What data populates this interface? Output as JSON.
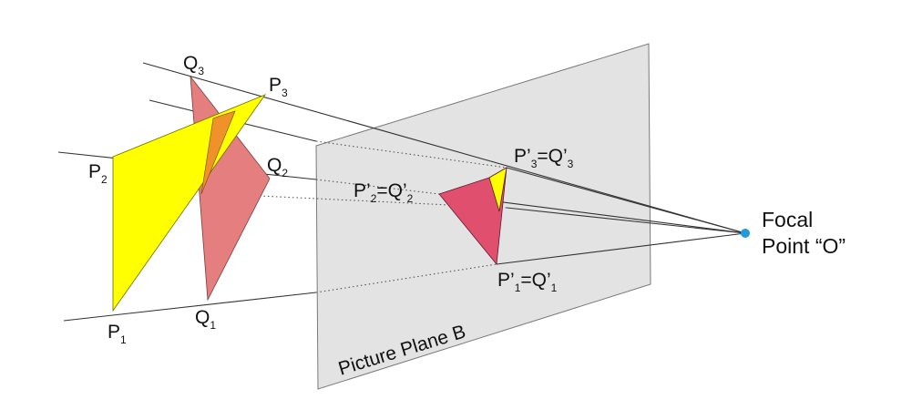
{
  "diagram": {
    "plane_label": "Picture Plane B",
    "focal_label_line1": "Focal",
    "focal_label_line2": "Point “O”",
    "labels": {
      "p1": {
        "main": "P",
        "sub": "1"
      },
      "p2": {
        "main": "P",
        "sub": "2"
      },
      "p3": {
        "main": "P",
        "sub": "3"
      },
      "q1": {
        "main": "Q",
        "sub": "1"
      },
      "q2": {
        "main": "Q",
        "sub": "2"
      },
      "q3": {
        "main": "Q",
        "sub": "3"
      },
      "img1": {
        "a": "P’",
        "asub": "1",
        "eq": "=Q’",
        "bsub": "1"
      },
      "img2": {
        "a": "P’",
        "asub": "2",
        "eq": "=Q’",
        "bsub": "2"
      },
      "img3": {
        "a": "P’",
        "asub": "3",
        "eq": "=Q’",
        "bsub": "3"
      }
    },
    "colors": {
      "plane_fill": "#e3e3e3",
      "triangle_p": "#ffff00",
      "triangle_q": "#e57f7f",
      "overlap": "#f0922a",
      "image_q": "#e0506e",
      "image_p": "#ffff00",
      "focal_point": "#1f9be0"
    }
  }
}
